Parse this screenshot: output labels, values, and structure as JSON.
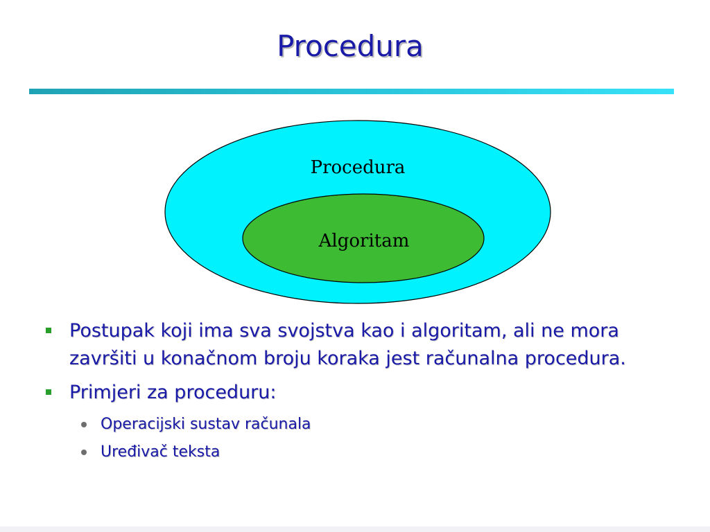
{
  "slide": {
    "title": "Procedura",
    "diagram": {
      "outer_label": "Procedura",
      "inner_label": "Algoritam",
      "outer_color": "#00F2FF",
      "inner_color": "#3DBB33"
    },
    "bullets": [
      {
        "text": "Postupak koji ima sva svojstva kao i algoritam, ali ne mora završiti u konačnom broju koraka jest računalna procedura."
      },
      {
        "text": "Primjeri za proceduru:",
        "subitems": [
          "Operacijski sustav računala",
          "Uređivač teksta"
        ]
      }
    ]
  }
}
